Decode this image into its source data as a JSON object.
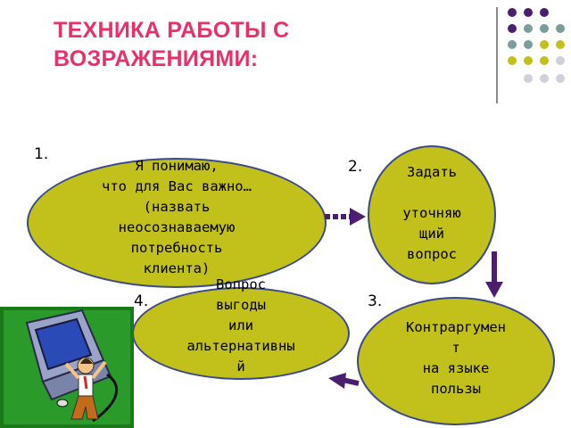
{
  "title": {
    "line1": "ТЕХНИКА РАБОТЫ С",
    "line2": "ВОЗРАЖЕНИЯМИ:"
  },
  "steps": [
    {
      "number": "1.",
      "text": "Я понимаю,\nчто для Вас важно…\n(назвать\nнеосознаваемую\nпотребность\nклиента)"
    },
    {
      "number": "2.",
      "text": "Задать\n\nуточняю\nщий\nвопрос"
    },
    {
      "number": "3.",
      "text": "Контраргумен\nт\nна языке\nпользы"
    },
    {
      "number": "4.",
      "text": "Вопрос\nвыгоды\nили\nальтернативны\nй"
    }
  ],
  "colors": {
    "title": "#e8306a",
    "ellipse_fill": "#c2c01a",
    "ellipse_border": "#3a4a8a",
    "arrow": "#4b1f6e",
    "dot_purple": "#4b1f6e",
    "dot_teal": "#7a9e9a",
    "dot_olive": "#c2c01a",
    "dot_gray": "#d0d0d8"
  },
  "icons": {
    "decoration": "dot-grid-decoration",
    "clipart": "person-computer-clipart-icon"
  }
}
